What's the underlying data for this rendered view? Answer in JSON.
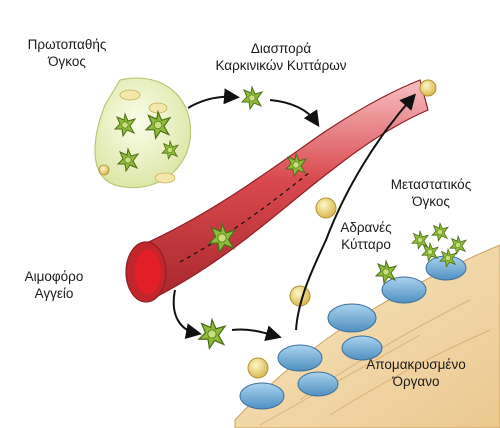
{
  "labels": {
    "primary_tumor": [
      "Πρωτοπαθής",
      "Όγκος"
    ],
    "dispersal": [
      "Διασπορά",
      "Καρκινικών Κυττάρων"
    ],
    "metastatic_tumor": [
      "Μεταστατικός",
      "Όγκος"
    ],
    "dormant_cell": [
      "Αδρανές",
      "Κύτταρο"
    ],
    "blood_vessel": [
      "Αιμοφόρο",
      "Αγγείο"
    ],
    "distant_organ": [
      "Απομακρυσμένο",
      "Όργανο"
    ]
  },
  "colors": {
    "vessel": "#d94a4f",
    "vessel_lumen": "#e21f26",
    "cancer_cell": "#8fbc3a",
    "tumor_mass": "#eef3c6",
    "dormant_cell": "#e9d27a",
    "organ_tissue": "#f3dcae",
    "organ_cells": "#6fa8cf"
  }
}
